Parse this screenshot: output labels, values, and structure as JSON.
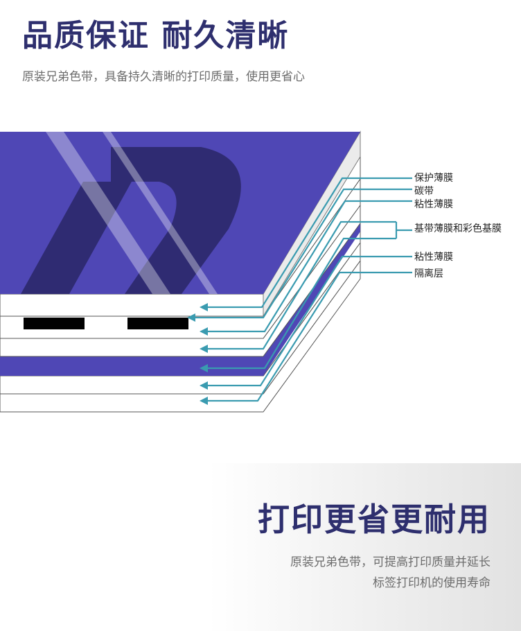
{
  "header": {
    "title": "品质保证 耐久清晰",
    "subtitle": "原装兄弟色带，具备持久清晰的打印质量，使用更省心"
  },
  "diagram": {
    "layers": [
      {
        "label": "保护薄膜"
      },
      {
        "label": "碳带"
      },
      {
        "label": "粘性薄膜"
      },
      {
        "label": "基带薄膜和彩色基膜"
      },
      {
        "label": "粘性薄膜"
      },
      {
        "label": "隔离层"
      }
    ],
    "colors": {
      "tape": "#4f47b5",
      "logo": "#2f2b72",
      "arrow": "#3a9bb0",
      "ink": "#000000"
    }
  },
  "footer": {
    "title": "打印更省更耐用",
    "line1": "原装兄弟色带，可提高打印质量并延长",
    "line2": "标签打印机的使用寿命"
  }
}
